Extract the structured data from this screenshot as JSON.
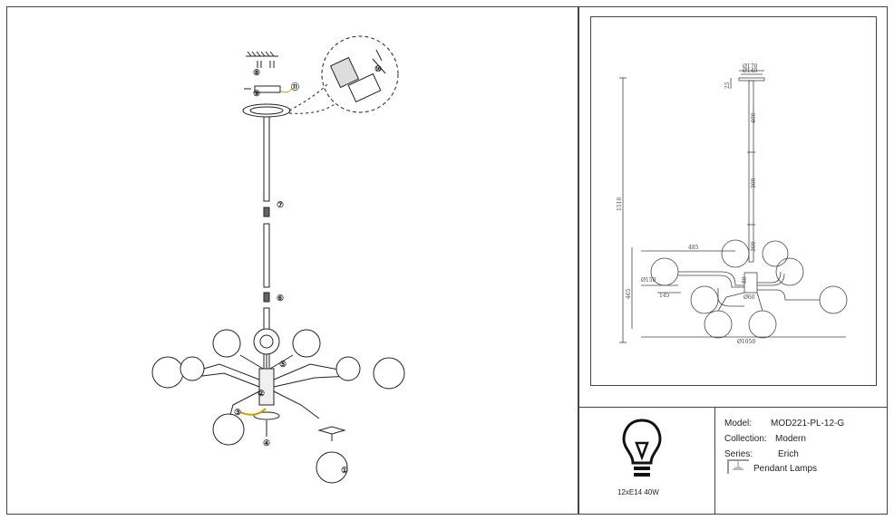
{
  "assembly": {
    "steps": [
      "①",
      "②",
      "③",
      "④",
      "⑤",
      "⑥",
      "⑦",
      "⑧",
      "⑨",
      "⑩",
      "⑪"
    ]
  },
  "dimensions": {
    "canopy_outer": "Ø170",
    "canopy_inner": "Ø140",
    "canopy_height": "25",
    "rod_top": "400",
    "rod_mid": "300",
    "rod_low": "300",
    "total_height": "1510",
    "arm_reach": "485",
    "shade_dia": "Ø150",
    "body_height": "80",
    "body_dia": "Ø60",
    "fixture_height": "465",
    "small_dim": "145",
    "total_width": "Ø1050"
  },
  "info": {
    "bulb_spec": "12xE14 40W",
    "model_label": "Model:",
    "model_value": "MOD221-PL-12-G",
    "collection_label": "Collection:",
    "collection_value": "Modern",
    "series_label": "Series:",
    "series_value": "Erich",
    "type_value": "Pendant Lamps"
  }
}
